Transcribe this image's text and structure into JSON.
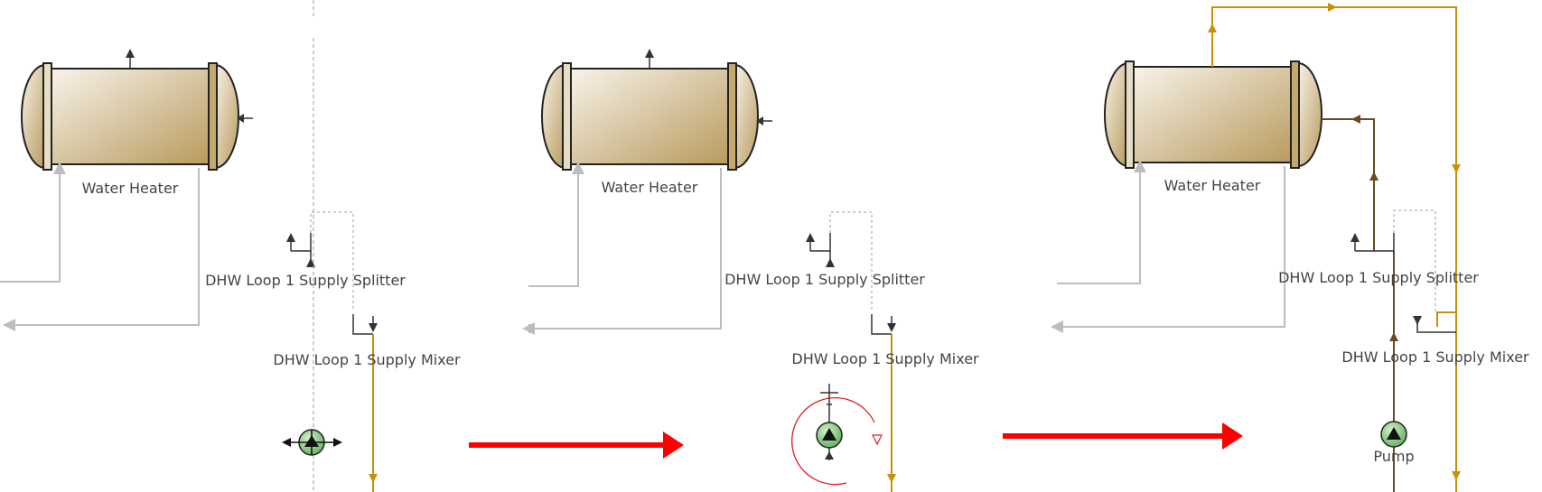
{
  "panels": [
    {
      "heater_label": "Water Heater",
      "splitter_label": "DHW Loop 1 Supply Splitter",
      "mixer_label": "DHW Loop 1 Supply Mixer"
    },
    {
      "heater_label": "Water Heater",
      "splitter_label": "DHW Loop 1 Supply Splitter",
      "mixer_label": "DHW Loop 1 Supply Mixer"
    },
    {
      "heater_label": "Water Heater",
      "splitter_label": "DHW Loop 1 Supply Splitter",
      "mixer_label": "DHW Loop 1 Supply Mixer",
      "pump_label": "Pump"
    }
  ],
  "colors": {
    "inactive_pipe": "#bdbdbd",
    "supply_pipe": "#c8900a",
    "demand_pipe": "#6b4a1f",
    "transition_arrow": "#ff0000",
    "tank_light": "#f8f3ea",
    "tank_dark": "#b89a5c",
    "pump_fill": "#7fc97a",
    "rotate_handle": "#e02020"
  },
  "icons": [
    "water-heater-icon",
    "pump-icon",
    "splitter-icon",
    "mixer-icon",
    "move-cursor-icon",
    "rotate-handle-icon",
    "transition-arrow-icon"
  ]
}
